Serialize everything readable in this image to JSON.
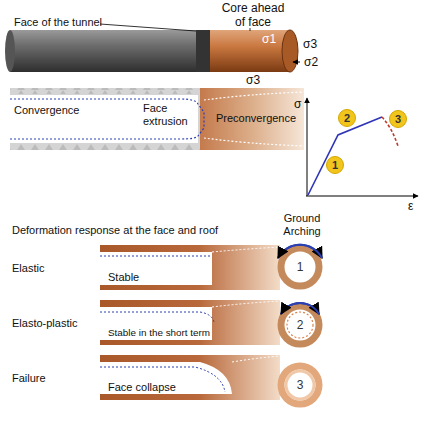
{
  "diagram": {
    "nodes": [
      {
        "text": [
          "1"
        ]
      },
      {
        "text": [
          "2"
        ]
      },
      {
        "text": [
          "3"
        ]
      },
      {
        "text": [
          "Stable"
        ]
      },
      {
        "text": [
          "1"
        ]
      },
      {
        "text": [
          "Stable in the short term"
        ]
      },
      {
        "text": [
          "2"
        ]
      },
      {
        "text": [
          "Face collapse"
        ]
      },
      {
        "text": [
          "3"
        ]
      }
    ],
    "labels": [
      "Face of the tunnel",
      "Core ahead of face",
      "σ1",
      "σ3",
      "σ2",
      "σ3",
      "Convergence",
      "Face extrusion",
      "Preconvergence",
      "σ",
      "ε",
      "Deformation response at the face and roof",
      "Ground Arching",
      "Elastic",
      "Elasto-plastic",
      "Failure"
    ]
  }
}
